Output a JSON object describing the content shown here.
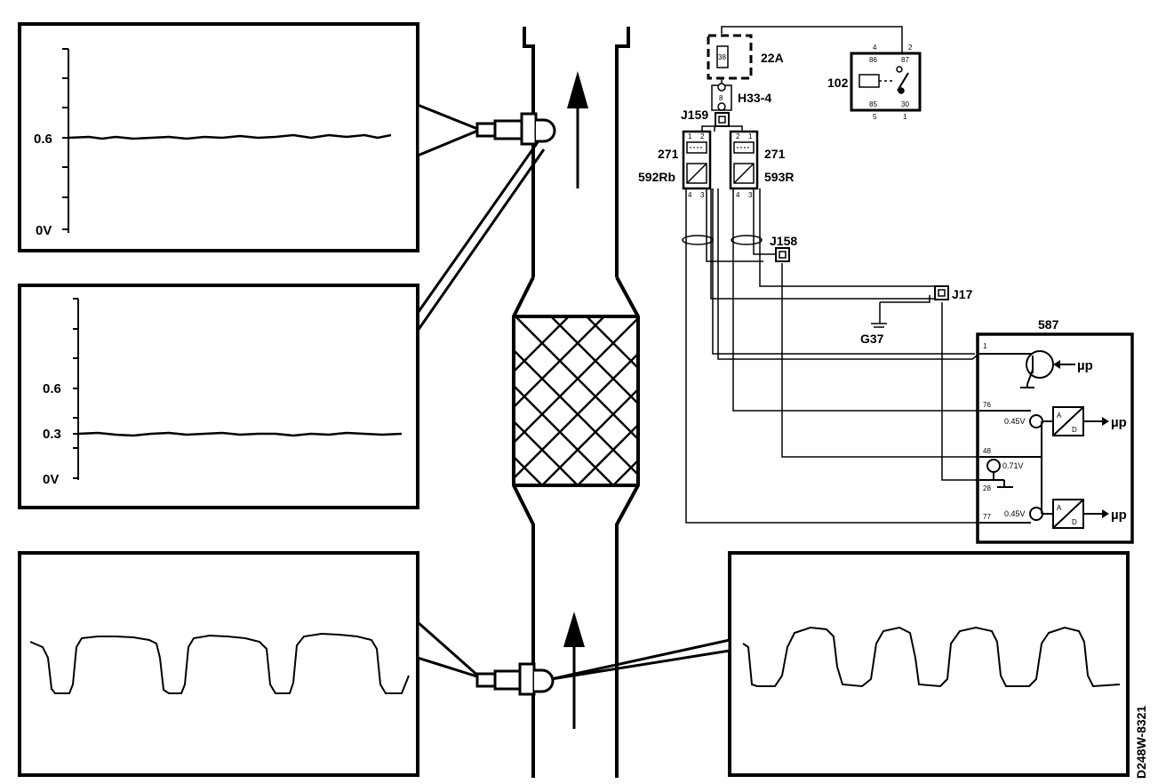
{
  "figure_code": "D248W-8321",
  "scope_upper": {
    "tick_labels": [
      "0.6",
      "0V"
    ],
    "signal_level": 0.6
  },
  "scope_middle": {
    "tick_labels": [
      "0.6",
      "0.3",
      "0V"
    ],
    "signal_level": 0.3
  },
  "scope_lower_left": {
    "waveform": "switching",
    "cycles": 4
  },
  "scope_lower_right": {
    "waveform": "switching",
    "cycles": 4
  },
  "components": {
    "fuse_value": "22A",
    "fuse_inner": "38",
    "connector_h33": "H33-4",
    "connector_h33_pin": "8",
    "relay_id": "102",
    "relay_pins": [
      "4",
      "86",
      "87",
      "2",
      "85",
      "30",
      "5",
      "1"
    ],
    "junction_j159": "J159",
    "junction_j158": "J158",
    "junction_j17": "J17",
    "ground_g37": "G37",
    "sensor_left_id": "271",
    "sensor_left_name": "592Rb",
    "sensor_right_id": "271",
    "sensor_right_name": "593R",
    "sensor_pins_top": [
      "1",
      "2"
    ],
    "sensor_pins_bottom": [
      "4",
      "3"
    ],
    "ecu_id": "587",
    "ecu_pins": [
      "1",
      "76",
      "48",
      "28",
      "77"
    ],
    "ref_0_45": "0.45V",
    "ref_0_71": "0.71V",
    "adc_label_a": "A",
    "adc_label_d": "D",
    "mu_p": "µp"
  }
}
